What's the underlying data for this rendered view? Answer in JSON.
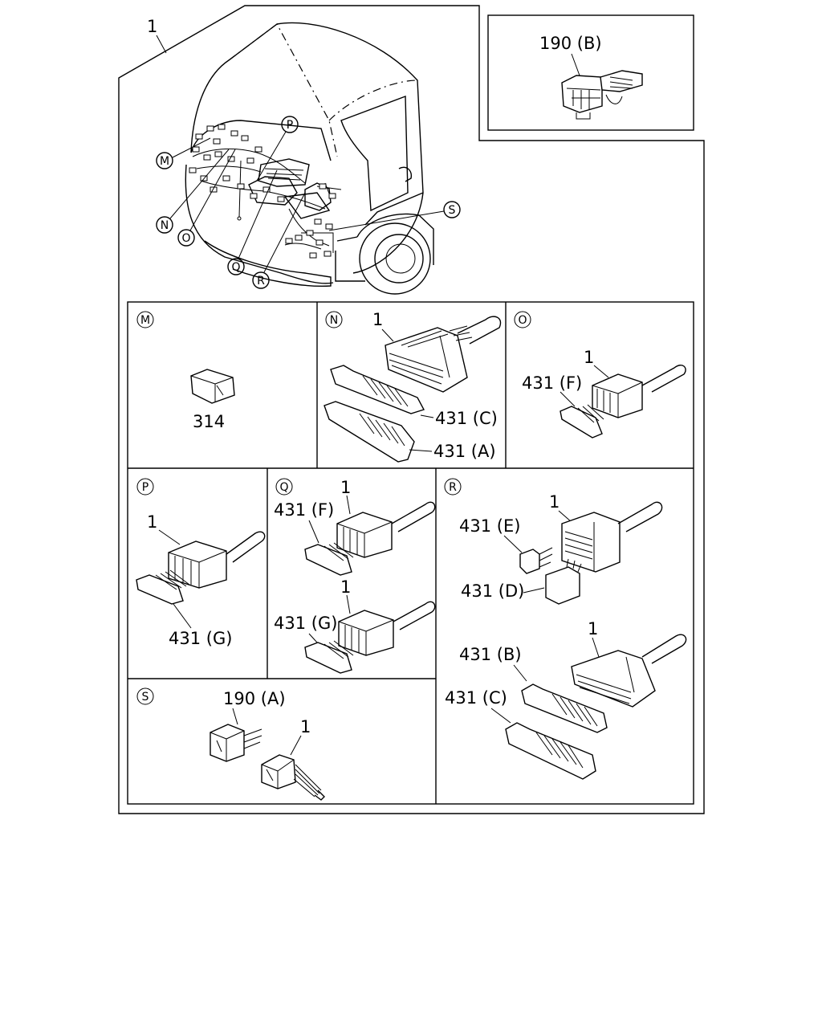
{
  "diagram": {
    "main_part_number": "1",
    "inset_top_right": {
      "label": "190 (B)"
    },
    "callouts": [
      "M",
      "N",
      "O",
      "P",
      "Q",
      "R",
      "S"
    ],
    "panels": {
      "M": {
        "letter": "M",
        "labels": [
          "314"
        ]
      },
      "N": {
        "letter": "N",
        "labels": [
          "1",
          "431 (C)",
          "431 (A)"
        ]
      },
      "O": {
        "letter": "O",
        "labels": [
          "1",
          "431 (F)"
        ]
      },
      "P": {
        "letter": "P",
        "labels": [
          "1",
          "431 (G)"
        ]
      },
      "Q": {
        "letter": "Q",
        "labels": [
          "431 (F)",
          "1",
          "1",
          "431 (G)"
        ]
      },
      "R": {
        "letter": "R",
        "labels": [
          "1",
          "431 (E)",
          "431 (D)",
          "1",
          "431 (B)",
          "431 (C)"
        ]
      },
      "S": {
        "letter": "S",
        "labels": [
          "190 (A)",
          "1"
        ]
      }
    }
  }
}
